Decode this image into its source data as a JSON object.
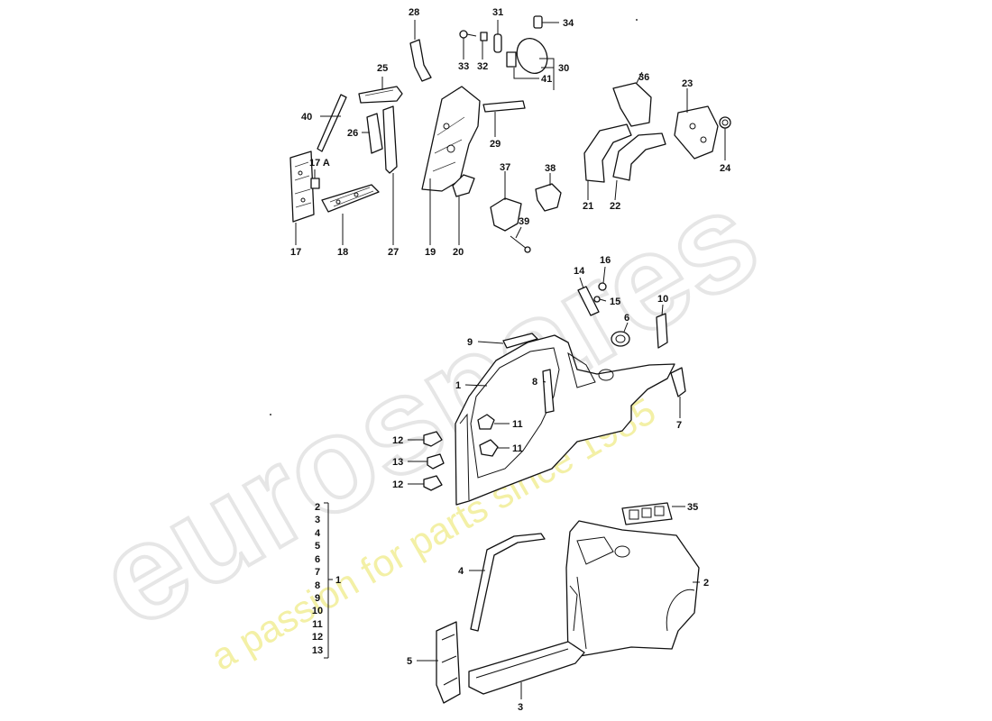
{
  "watermark": {
    "brand": "eurospares",
    "tagline": "a passion for parts since 1985",
    "brand_color": "#e6e6e6",
    "tagline_color": "#f3f0a6"
  },
  "callouts": {
    "c1": "1",
    "c2": "2",
    "c3": "3",
    "c4": "4",
    "c5": "5",
    "c6": "6",
    "c7": "7",
    "c8": "8",
    "c9": "9",
    "c10": "10",
    "c11a": "11",
    "c11b": "11",
    "c12a": "12",
    "c12b": "12",
    "c13": "13",
    "c14": "14",
    "c15": "15",
    "c16": "16",
    "c17": "17",
    "c17a": "17 A",
    "c18": "18",
    "c19": "19",
    "c20": "20",
    "c21": "21",
    "c22": "22",
    "c23": "23",
    "c24": "24",
    "c25": "25",
    "c26": "26",
    "c27": "27",
    "c28": "28",
    "c29": "29",
    "c30": "30",
    "c31": "31",
    "c32": "32",
    "c33": "33",
    "c34": "34",
    "c35": "35",
    "c36": "36",
    "c37": "37",
    "c38": "38",
    "c39": "39",
    "c40": "40",
    "c41": "41"
  },
  "legend": {
    "items": [
      "2",
      "3",
      "4",
      "5",
      "6",
      "7",
      "8",
      "9",
      "10",
      "11",
      "12",
      "13"
    ],
    "group_label": "1"
  }
}
